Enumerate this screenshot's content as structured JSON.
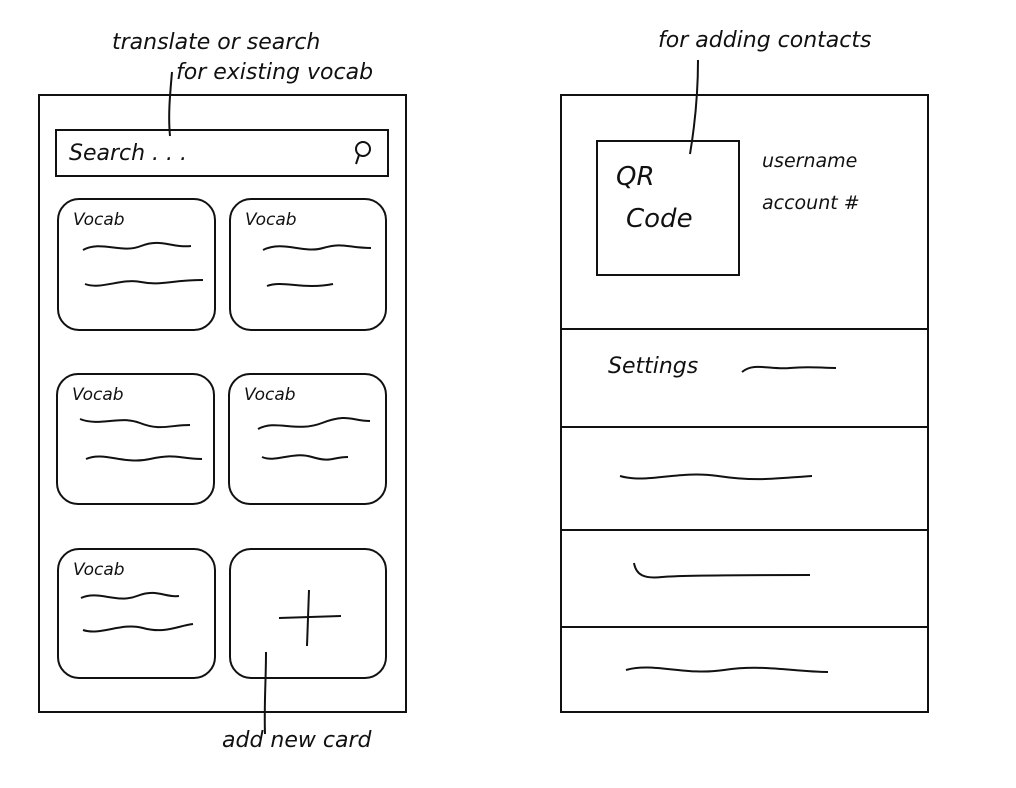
{
  "annotations": {
    "search_note_line1": "translate or search",
    "search_note_line2": "for existing vocab",
    "add_card_note": "add new card",
    "contacts_note": "for adding contacts"
  },
  "left_screen": {
    "search": {
      "placeholder": "Search . . .",
      "icon": "search-icon"
    },
    "cards": [
      {
        "title": "Vocab"
      },
      {
        "title": "Vocab"
      },
      {
        "title": "Vocab"
      },
      {
        "title": "Vocab"
      },
      {
        "title": "Vocab"
      }
    ],
    "add_card": {
      "icon": "plus-icon"
    }
  },
  "right_screen": {
    "qr": {
      "line1": "QR",
      "line2": "Code"
    },
    "profile": {
      "username": "username",
      "account": "account #"
    },
    "menu": [
      {
        "label": "Settings"
      }
    ]
  }
}
